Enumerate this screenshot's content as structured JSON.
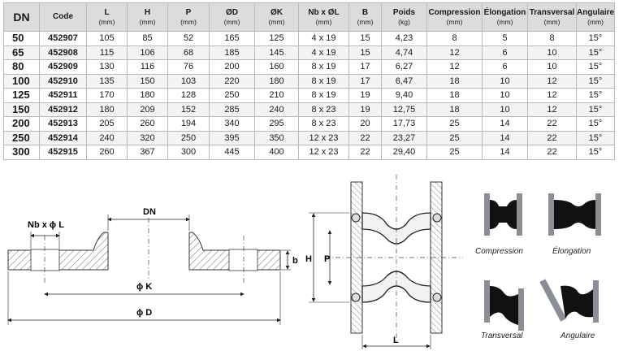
{
  "columns": [
    {
      "key": "dn",
      "label": "DN",
      "unit": ""
    },
    {
      "key": "code",
      "label": "Code",
      "unit": ""
    },
    {
      "key": "l",
      "label": "L",
      "unit": "(mm)"
    },
    {
      "key": "h",
      "label": "H",
      "unit": "(mm)"
    },
    {
      "key": "p",
      "label": "P",
      "unit": "(mm)"
    },
    {
      "key": "od",
      "label": "ØD",
      "unit": "(mm)"
    },
    {
      "key": "ok",
      "label": "ØK",
      "unit": "(mm)"
    },
    {
      "key": "nbol",
      "label": "Nb x ØL",
      "unit": "(mm)"
    },
    {
      "key": "b",
      "label": "B",
      "unit": "(mm)"
    },
    {
      "key": "poids",
      "label": "Poids",
      "unit": "(kg)"
    },
    {
      "key": "compression",
      "label": "Compression",
      "unit": "(mm)"
    },
    {
      "key": "elongation",
      "label": "Élongation",
      "unit": "(mm)"
    },
    {
      "key": "transversal",
      "label": "Transversal",
      "unit": "(mm)"
    },
    {
      "key": "angulaire",
      "label": "Angulaire",
      "unit": "(mm)"
    }
  ],
  "rows": [
    [
      "50",
      "452907",
      "105",
      "85",
      "52",
      "165",
      "125",
      "4 x 19",
      "15",
      "4,23",
      "8",
      "5",
      "8",
      "15°"
    ],
    [
      "65",
      "452908",
      "115",
      "106",
      "68",
      "185",
      "145",
      "4 x 19",
      "15",
      "4,74",
      "12",
      "6",
      "10",
      "15°"
    ],
    [
      "80",
      "452909",
      "130",
      "116",
      "76",
      "200",
      "160",
      "8 x 19",
      "17",
      "6,27",
      "12",
      "6",
      "10",
      "15°"
    ],
    [
      "100",
      "452910",
      "135",
      "150",
      "103",
      "220",
      "180",
      "8 x 19",
      "17",
      "6,47",
      "18",
      "10",
      "12",
      "15°"
    ],
    [
      "125",
      "452911",
      "170",
      "180",
      "128",
      "250",
      "210",
      "8 x 19",
      "19",
      "9,40",
      "18",
      "10",
      "12",
      "15°"
    ],
    [
      "150",
      "452912",
      "180",
      "209",
      "152",
      "285",
      "240",
      "8 x 23",
      "19",
      "12,75",
      "18",
      "10",
      "12",
      "15°"
    ],
    [
      "200",
      "452913",
      "205",
      "260",
      "194",
      "340",
      "295",
      "8 x 23",
      "20",
      "17,73",
      "25",
      "14",
      "22",
      "15°"
    ],
    [
      "250",
      "452914",
      "240",
      "320",
      "250",
      "395",
      "350",
      "12 x 23",
      "22",
      "23,27",
      "25",
      "14",
      "22",
      "15°"
    ],
    [
      "300",
      "452915",
      "260",
      "367",
      "300",
      "445",
      "400",
      "12 x 23",
      "22",
      "29,40",
      "25",
      "14",
      "22",
      "15°"
    ]
  ],
  "flange_drawing": {
    "nb_label": "Nb x ϕ L",
    "dn_label": "DN",
    "b_label": "b",
    "k_label": "ϕ K",
    "d_label": "ϕ D"
  },
  "joint_drawing": {
    "h_label": "H",
    "p_label": "P",
    "l_label": "L"
  },
  "movements": {
    "compression": "Compression",
    "elongation": "Élongation",
    "transversal": "Transversal",
    "angulaire": "Angulaire"
  },
  "colors": {
    "header_bg": "#dcdcdc",
    "rubber": "#111111",
    "steel": "#8a8f95"
  }
}
